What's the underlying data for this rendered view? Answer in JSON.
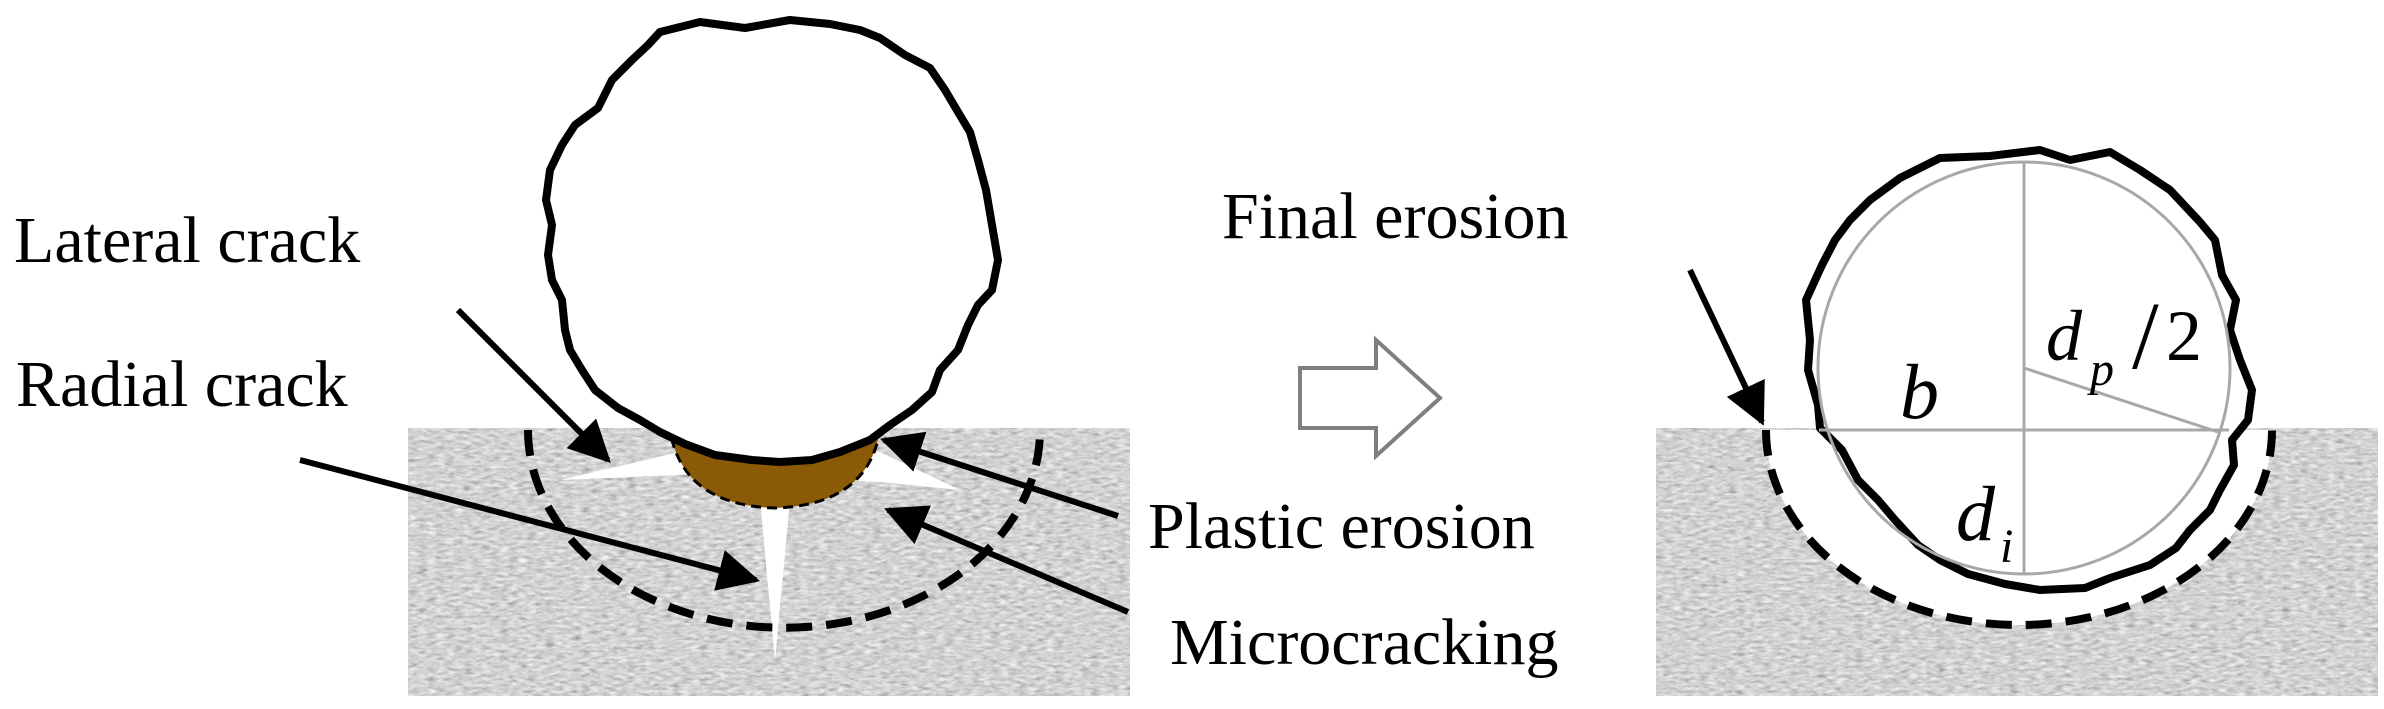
{
  "labels": {
    "lateral_crack": "Lateral crack",
    "radial_crack": "Radial crack",
    "plastic_erosion": "Plastic erosion",
    "microcracking": "Microcracking",
    "final_erosion": "Final erosion"
  },
  "symbols": {
    "b": "b",
    "d": "d",
    "i": "i",
    "p": "p",
    "slash": "/",
    "two": "2"
  },
  "colors": {
    "plastic_zone": "#8a5a06",
    "outline": "#000000",
    "guide_lines": "#a8a8a8",
    "arrow_outline": "#7f7f7f"
  }
}
